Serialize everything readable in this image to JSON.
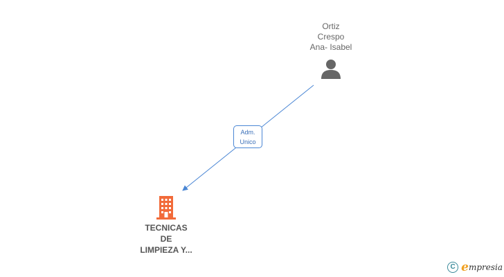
{
  "person": {
    "name_lines": [
      "Ortiz",
      "Crespo",
      "Ana-  Isabel"
    ],
    "icon": "person-icon",
    "color": "#666666"
  },
  "relation": {
    "label_lines": [
      "Adm.",
      "Unico"
    ],
    "color": "#4a86d4"
  },
  "company": {
    "name_lines": [
      "TECNICAS",
      "DE",
      "LIMPIEZA Y..."
    ],
    "icon": "building-icon",
    "color": "#f26b3a"
  },
  "brand": {
    "copyright_symbol": "C",
    "first_letter": "e",
    "rest": "mpresia",
    "accent": "#f0a020"
  }
}
